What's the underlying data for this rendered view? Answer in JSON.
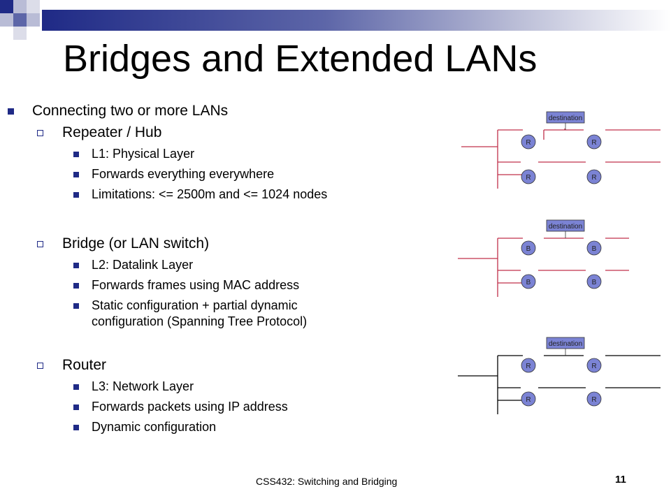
{
  "title": "Bridges and Extended LANs",
  "bullets": {
    "main": "Connecting two or more LANs",
    "repeater": {
      "heading": "Repeater / Hub",
      "items": [
        "L1: Physical Layer",
        "Forwards everything everywhere",
        "Limitations: <= 2500m and <= 1024 nodes"
      ]
    },
    "bridge": {
      "heading": "Bridge (or LAN switch)",
      "items": [
        "L2: Datalink Layer",
        "Forwards frames using MAC address",
        "Static configuration + partial dynamic",
        "configuration (Spanning Tree Protocol)"
      ]
    },
    "router": {
      "heading": "Router",
      "items": [
        "L3: Network Layer",
        "Forwards packets using IP address",
        "Dynamic configuration"
      ]
    }
  },
  "diagrams": [
    {
      "dest_label": "destination",
      "node_letter": "R",
      "line_color": "#c0304a"
    },
    {
      "dest_label": "destination",
      "node_letter": "B",
      "line_color": "#c0304a"
    },
    {
      "dest_label": "destination",
      "node_letter": "R",
      "line_color": "#000000"
    }
  ],
  "colors": {
    "accent": "#1f2a86",
    "node_fill": "#7b83d4"
  },
  "footer": {
    "text": "CSS432: Switching and Bridging",
    "page": "11"
  }
}
